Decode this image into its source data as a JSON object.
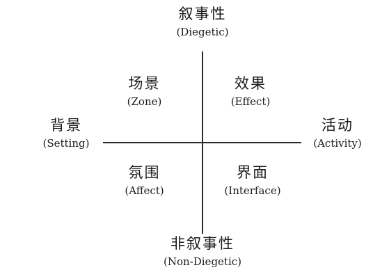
{
  "axes": {
    "top": {
      "zh": "叙事性",
      "en": "(Diegetic)"
    },
    "bottom": {
      "zh": "非叙事性",
      "en": "(Non-Diegetic)"
    },
    "left": {
      "zh": "背景",
      "en": "(Setting)"
    },
    "right": {
      "zh": "活动",
      "en": "(Activity)"
    }
  },
  "quadrants": {
    "top_left": {
      "zh": "场景",
      "en": "(Zone)"
    },
    "top_right": {
      "zh": "效果",
      "en": "(Effect)"
    },
    "bottom_left": {
      "zh": "氛围",
      "en": "(Affect)"
    },
    "bottom_right": {
      "zh": "界面",
      "en": "(Interface)"
    }
  },
  "colors": {
    "background": "#ffffff",
    "text": "#1a1a1a",
    "line": "#2a2a2a"
  }
}
